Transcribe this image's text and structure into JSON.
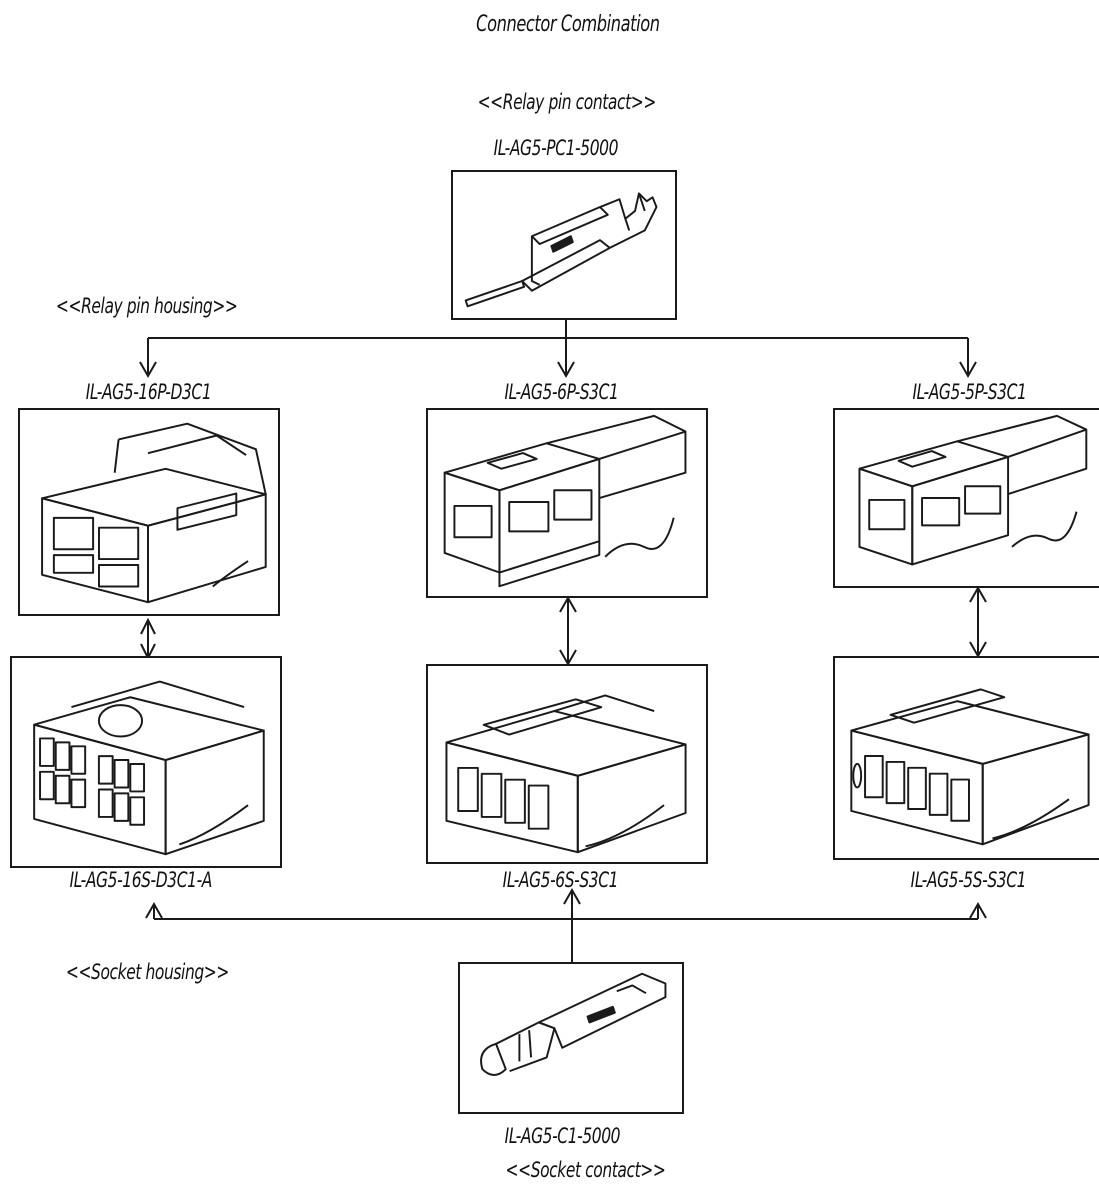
{
  "title": "Connector Combination",
  "groups": {
    "relay_pin_contact": "<<Relay pin contact>>",
    "relay_pin_housing": "<<Relay pin housing>>",
    "socket_housing": "<<Socket housing>>",
    "socket_contact": "<<Socket contact>>"
  },
  "parts": {
    "pin_contact": "IL-AG5-PC1-5000",
    "pin_housing_16": "IL-AG5-16P-D3C1",
    "pin_housing_6": "IL-AG5-6P-S3C1",
    "pin_housing_5": "IL-AG5-5P-S3C1",
    "socket_housing_16": "IL-AG5-16S-D3C1-A",
    "socket_housing_6": "IL-AG5-6S-S3C1",
    "socket_housing_5": "IL-AG5-5S-S3C1",
    "socket_contact": "IL-AG5-C1-5000"
  }
}
